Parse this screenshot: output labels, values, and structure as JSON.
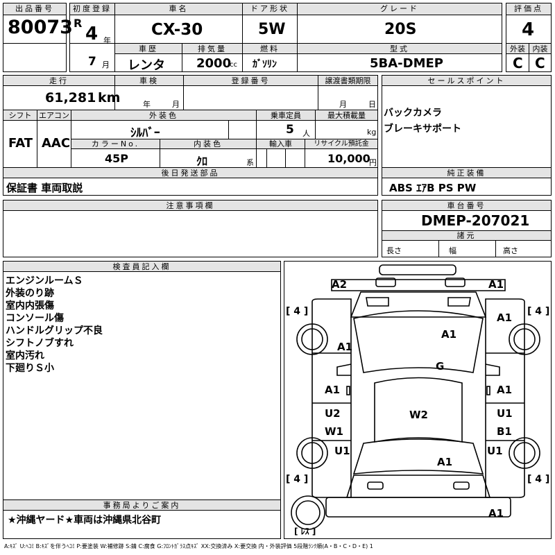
{
  "header": {
    "lot_label": "出品番号",
    "lot_value": "80073",
    "first_reg_label": "初度登録",
    "era": "R",
    "year_value": "4",
    "year_unit": "年",
    "month_value": "7",
    "month_unit": "月",
    "car_name_label": "車名",
    "car_name": "CX-30",
    "door_label": "ドア形状",
    "door_value": "5W",
    "grade_label": "グレード",
    "grade_value": "20S",
    "score_label": "評価点",
    "score_value": "4",
    "history_label": "車歴",
    "history_value": "レンタ",
    "displacement_label": "排気量",
    "displacement_value": "2000",
    "displacement_unit": "cc",
    "fuel_label": "燃料",
    "fuel_value": "ｶﾞｿﾘﾝ",
    "model_label": "型式",
    "model_value": "5BA-DMEP",
    "exterior_label": "外装",
    "exterior_value": "C",
    "interior_label": "内装",
    "interior_value": "C"
  },
  "specs": {
    "mileage_label": "走行",
    "mileage_value": "61,281",
    "mileage_unit": "km",
    "inspection_label": "車検",
    "inspection_year": "年",
    "inspection_month": "月",
    "reg_no_label": "登録番号",
    "transfer_label": "譲渡書類期限",
    "transfer_month": "月",
    "transfer_day": "日",
    "shift_label": "シフト",
    "shift_value": "FAT",
    "aircon_label": "エアコン",
    "aircon_value": "AAC",
    "ext_color_label": "外装色",
    "ext_color_value": "ｼﾙﾊﾞｰ",
    "capacity_label": "乗車定員",
    "capacity_value": "5",
    "capacity_unit": "人",
    "load_label": "最大積載量",
    "load_unit": "kg",
    "color_no_label": "カラーNo.",
    "color_no_value": "45P",
    "int_color_label": "内装色",
    "int_color_value": "ｸﾛ",
    "int_color_unit": "系",
    "import_label": "輸入車",
    "recycle_label": "リサイクル預託金",
    "recycle_value": "10,000",
    "recycle_unit": "円",
    "later_parts_label": "後日発送部品",
    "later_parts_value": "保証書 車両取説"
  },
  "sales_points": {
    "label": "セールスポイント",
    "items": [
      "バックカメラ",
      "ブレーキサポート"
    ]
  },
  "equipment": {
    "label": "純正装備",
    "value": "ABS ｴｱB PS PW"
  },
  "notes": {
    "label": "注意事項欄"
  },
  "chassis": {
    "label": "車台番号",
    "value": "DMEP-207021",
    "dims_label": "諸元",
    "length_label": "長さ",
    "width_label": "幅",
    "height_label": "高さ"
  },
  "inspector": {
    "label": "検査員記入欄",
    "lines": [
      "エンジンルームＳ",
      "外装のり跡",
      "室内内張傷",
      "コンソール傷",
      "ハンドルグリップ不良",
      "シフトノブすれ",
      "室内汚れ",
      "下廻りＳ小"
    ]
  },
  "office": {
    "label": "事務局よりご案内",
    "value": "★沖縄ヤード★車両は沖縄県北谷町"
  },
  "diagram": {
    "marks": {
      "fl_top": "A2",
      "fr_top": "A1",
      "roof_r": "A1",
      "hood": "A1",
      "left_front_fender": "A1",
      "windshield": "G",
      "left_door_f": "A1",
      "right_door_f": "A1",
      "left_door_r1": "U2",
      "right_door_r1": "U1",
      "left_door_r2": "W1",
      "right_door_r2": "B1",
      "roof": "W2",
      "left_rear": "U1",
      "right_rear": "U1",
      "trunk": "A1",
      "rear_bumper": "A1"
    },
    "tires": [
      "4",
      "4",
      "4",
      "4"
    ],
    "spare": "ﾚｽ"
  },
  "legend": "A:ｷｽﾞ U:ﾍｺﾐ B:ｷｽﾞを伴うﾍｺﾐ P:要塗装 W:補修跡 S:錆 C:腐食 G:ﾌﾛﾝﾄｶﾞﾗｽ点ｷｽﾞ XX:交換済み X:要交換 内・外装評価 5段階ﾗﾝｸ順(A・B・C・D・E) 1"
}
